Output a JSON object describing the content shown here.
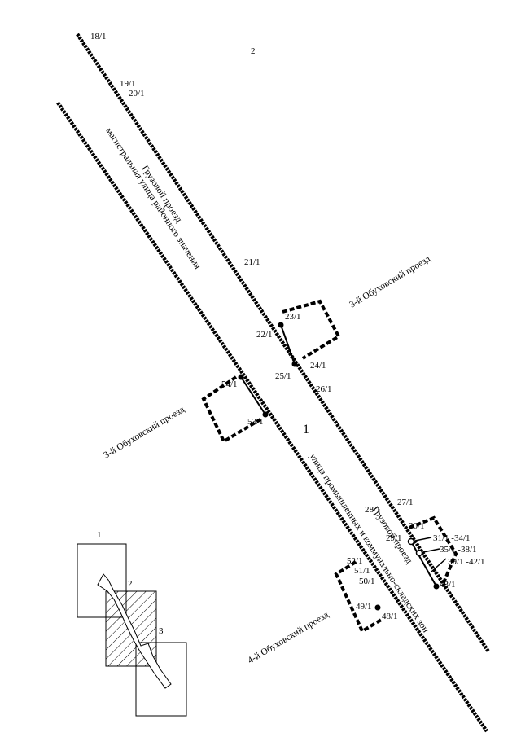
{
  "map": {
    "zone_numbers": {
      "north": "2",
      "center": "1"
    },
    "streets": {
      "gruzovoy_top": "Грузовой проезд",
      "magistral": "магистральная улица районного значения",
      "obukhovsky3_right": "3-й Обуховский проезд",
      "obukhovsky3_left": "3-й Обуховский проезд",
      "promzona": "улица промышленных и коммунально-складских зон",
      "gruzovoy_bottom": "Грузовой проезд",
      "obukhovsky4": "4-й Обуховский проезд"
    },
    "points": {
      "p18": "18/1",
      "p19": "19/1",
      "p20": "20/1",
      "p21": "21/1",
      "p22": "22/1",
      "p23": "23/1",
      "p24": "24/1",
      "p25": "25/1",
      "p26": "26/1",
      "p27": "27/1",
      "p28": "28/1",
      "p29": "29/1",
      "p30": "30/1",
      "p31": "31/1 -34/1",
      "p35": "35/1 -38/1",
      "p39": "39/1 -42/1",
      "p43": "43/1",
      "p48": "48/1",
      "p49": "49/1",
      "p50": "50/1",
      "p51": "51/1",
      "p52": "52/1",
      "p53": "53/1",
      "p54": "54/1"
    },
    "inset": {
      "sheet1": "1",
      "sheet2": "2",
      "sheet3": "3"
    },
    "colors": {
      "ink": "#000000",
      "paper": "#ffffff"
    }
  }
}
